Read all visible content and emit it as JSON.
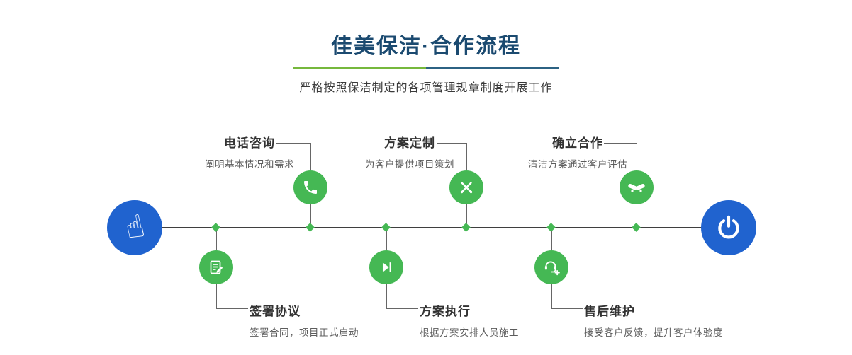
{
  "header": {
    "title": "佳美保洁·合作流程",
    "subtitle": "严格按照保洁制定的各项管理规章制度开展工作"
  },
  "colors": {
    "title_navy": "#1b4a70",
    "accent_green": "#45b854",
    "accent_blue": "#2063cf",
    "divider_green": "#76b83c",
    "divider_blue": "#2c6283"
  },
  "timeline": {
    "start_icon": "pointing-hand-icon",
    "end_icon": "power-icon",
    "start_glyph": "☝"
  },
  "steps": [
    {
      "id": "step-1",
      "position": "top",
      "icon": "phone-icon",
      "title": "电话咨询",
      "desc": "阐明基本情况和需求"
    },
    {
      "id": "step-2",
      "position": "top",
      "icon": "pen-tools-icon",
      "title": "方案定制",
      "desc": "为客户提供项目策划"
    },
    {
      "id": "step-3",
      "position": "top",
      "icon": "handshake-icon",
      "title": "确立合作",
      "desc": "清洁方案通过客户评估"
    },
    {
      "id": "step-4",
      "position": "bottom",
      "icon": "contract-sign-icon",
      "title": "签署协议",
      "desc": "签署合同，项目正式启动"
    },
    {
      "id": "step-5",
      "position": "bottom",
      "icon": "play-execute-icon",
      "title": "方案执行",
      "desc": "根据方案安排人员施工"
    },
    {
      "id": "step-6",
      "position": "bottom",
      "icon": "customer-service-icon",
      "title": "售后维护",
      "desc": "接受客户反馈，提升客户体验度"
    }
  ]
}
